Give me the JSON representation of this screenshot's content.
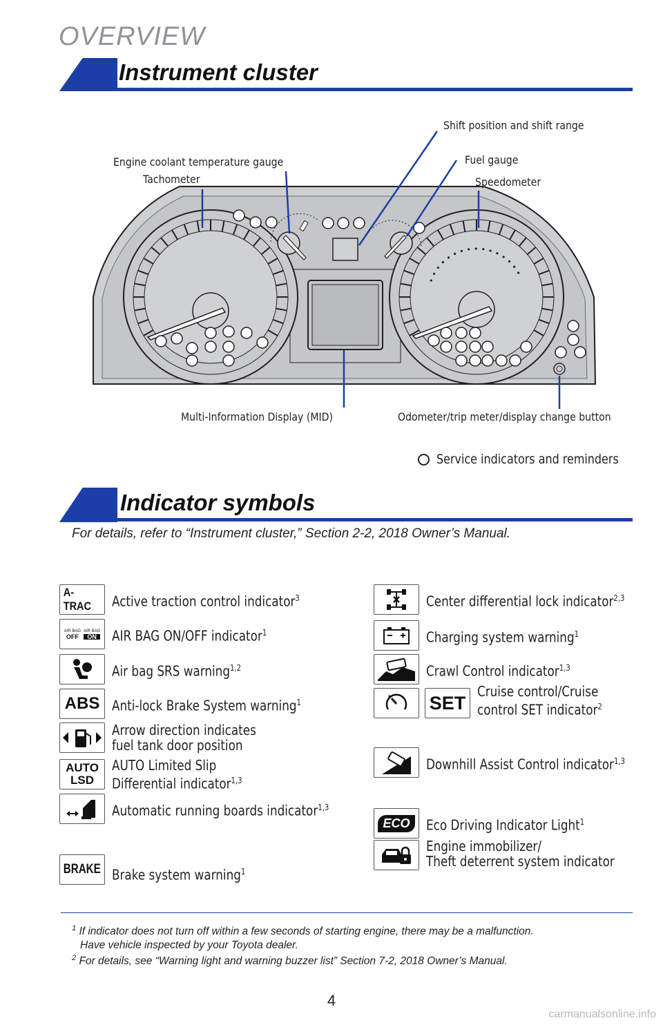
{
  "header": {
    "section": "OVERVIEW"
  },
  "cluster": {
    "title": "Instrument cluster",
    "callouts": {
      "shift": "Shift position and shift range",
      "coolant": "Engine coolant temperature gauge",
      "fuel": "Fuel gauge",
      "tachometer": "Tachometer",
      "speedometer": "Speedometer",
      "mid": "Multi-Information Display (MID)",
      "odometer": "Odometer/trip meter/display change button"
    },
    "legend": "Service indicators and reminders"
  },
  "indicators": {
    "title": "Indicator symbols",
    "intro": "For details, refer to “Instrument cluster,” Section 2-2, 2018 Owner’s Manual.",
    "left": [
      {
        "icon": "A-TRAC",
        "label": "Active traction control indicator",
        "sup": "3"
      },
      {
        "icon_a": "AIR BAG",
        "icon_a2": "OFF",
        "icon_b": "AIR BAG",
        "icon_b2": "ON",
        "label": "AIR BAG ON/OFF indicator",
        "sup": "1"
      },
      {
        "label": "Air bag SRS warning",
        "sup": "1,2"
      },
      {
        "icon": "ABS",
        "label": "Anti-lock Brake System warning",
        "sup": "1"
      },
      {
        "label1": "Arrow direction indicates",
        "label2": "fuel tank door position"
      },
      {
        "icon1": "AUTO",
        "icon2": "LSD",
        "label1": "AUTO Limited Slip",
        "label2": "Differential indicator",
        "sup": "1,3"
      },
      {
        "label": "Automatic running boards indicator",
        "sup": "1,3"
      },
      {
        "icon": "BRAKE",
        "label": "Brake system warning",
        "sup": "1"
      }
    ],
    "right": [
      {
        "label": "Center differential lock indicator",
        "sup": "2,3"
      },
      {
        "label": "Charging system warning",
        "sup": "1"
      },
      {
        "label": "Crawl Control indicator",
        "sup": "1,3"
      },
      {
        "icon_set": "SET",
        "label1": "Cruise control/Cruise",
        "label2": "control SET indicator",
        "sup": "2"
      },
      {
        "label": "Downhill Assist Control indicator",
        "sup": "1,3"
      },
      {
        "icon": "ECO",
        "label": "Eco Driving Indicator Light",
        "sup": "1"
      },
      {
        "label1": "Engine immobilizer/",
        "label2": "Theft deterrent system indicator"
      }
    ]
  },
  "footnotes": [
    {
      "num": "1",
      "line1": "If indicator does not turn off within a few seconds of starting engine, there may be a malfunction.",
      "line2": "Have vehicle inspected by your Toyota dealer."
    },
    {
      "num": "2",
      "line1": "For details, see “Warning light and warning buzzer list” Section 7-2, 2018 Owner’s Manual."
    }
  ],
  "page_number": "4",
  "watermark": "carmanualsonline.info",
  "colors": {
    "accent": "#1b3fa6",
    "cluster_fill": "#cfd1d3",
    "cluster_stroke": "#231f20"
  }
}
